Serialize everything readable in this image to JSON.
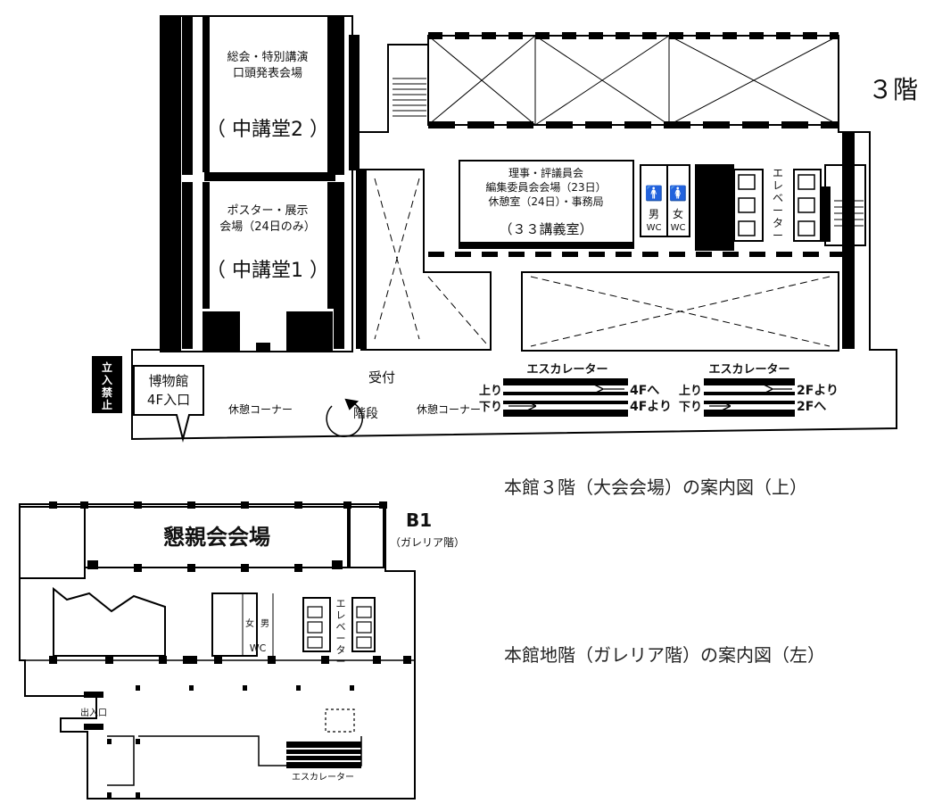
{
  "floor3": {
    "floor_label": "３階",
    "hall2": {
      "line1": "総会・特別講演",
      "line2": "口頭発表会場",
      "name": "（ 中講堂2 ）"
    },
    "hall1": {
      "line1": "ポスター・展示",
      "line2": "会場（24日のみ）",
      "name": "（ 中講堂1 ）"
    },
    "room33": {
      "line1": "理事・評議員会",
      "line2": "編集委員会会場（23日）",
      "line3": "休憩室（24日）・事務局",
      "name": "（３３講義室）"
    },
    "wc_men": [
      "男",
      "WC"
    ],
    "wc_women": [
      "女",
      "WC"
    ],
    "elevator": [
      "エ",
      "レ",
      "ベ",
      "ー",
      "タ",
      "ー"
    ],
    "no_entry": [
      "立",
      "入",
      "禁",
      "止"
    ],
    "museum": {
      "line1": "博物館",
      "line2": "4F入口"
    },
    "reception": "受付",
    "rest_left": "休憩コーナー",
    "rest_right": "休憩コーナー",
    "stairs": "階段",
    "escalator_a": {
      "title": "エスカレーター",
      "up": "上り",
      "down": "下り",
      "up_dest": "4Fへ",
      "down_dest": "4Fより"
    },
    "escalator_b": {
      "title": "エスカレーター",
      "up": "上り",
      "down": "下り",
      "up_dest": "2Fより",
      "down_dest": "2Fへ"
    },
    "caption": "本館３階（大会会場）の案内図（上）"
  },
  "floorB1": {
    "floor_label": "B1",
    "floor_sub": "（ガレリア階）",
    "hall": "懇親会会場",
    "wc_women": "女",
    "wc_men": "男",
    "wc": "WC",
    "elevator": [
      "エ",
      "レ",
      "ベ",
      "ー",
      "タ",
      "ー"
    ],
    "entrance": "出入口",
    "escalator": "エスカレーター",
    "caption": "本館地階（ガレリア階）の案内図（左）"
  }
}
